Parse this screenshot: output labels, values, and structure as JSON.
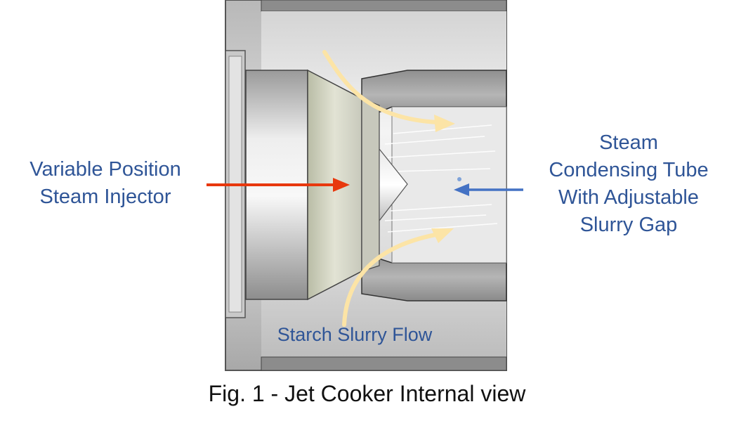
{
  "labels": {
    "left": "Variable Position\nSteam Injector",
    "right": "Steam\nCondensing Tube\nWith Adjustable\nSlurry Gap",
    "bottom": "Starch Slurry Flow"
  },
  "caption": "Fig. 1 - Jet Cooker Internal view",
  "colors": {
    "label_text": "#2F5597",
    "steam_arrow": "#E8380D",
    "tube_arrow": "#4472C4",
    "flow_arrows": "#FCE4A6"
  }
}
